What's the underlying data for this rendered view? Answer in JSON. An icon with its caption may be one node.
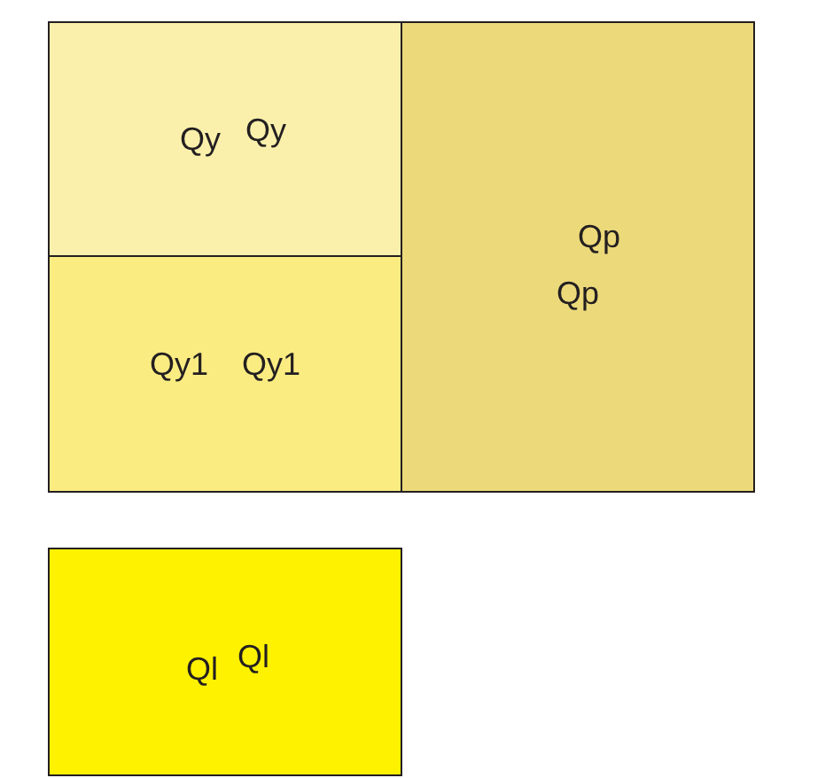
{
  "diagram": {
    "nodes": [
      {
        "text": [
          "Qy",
          "Qy"
        ]
      },
      {
        "text": [
          "Qy1",
          "Qy1"
        ]
      },
      {
        "text": [
          "Qp",
          "Qp"
        ]
      },
      {
        "text": [
          "Ql",
          "Ql"
        ]
      }
    ]
  }
}
